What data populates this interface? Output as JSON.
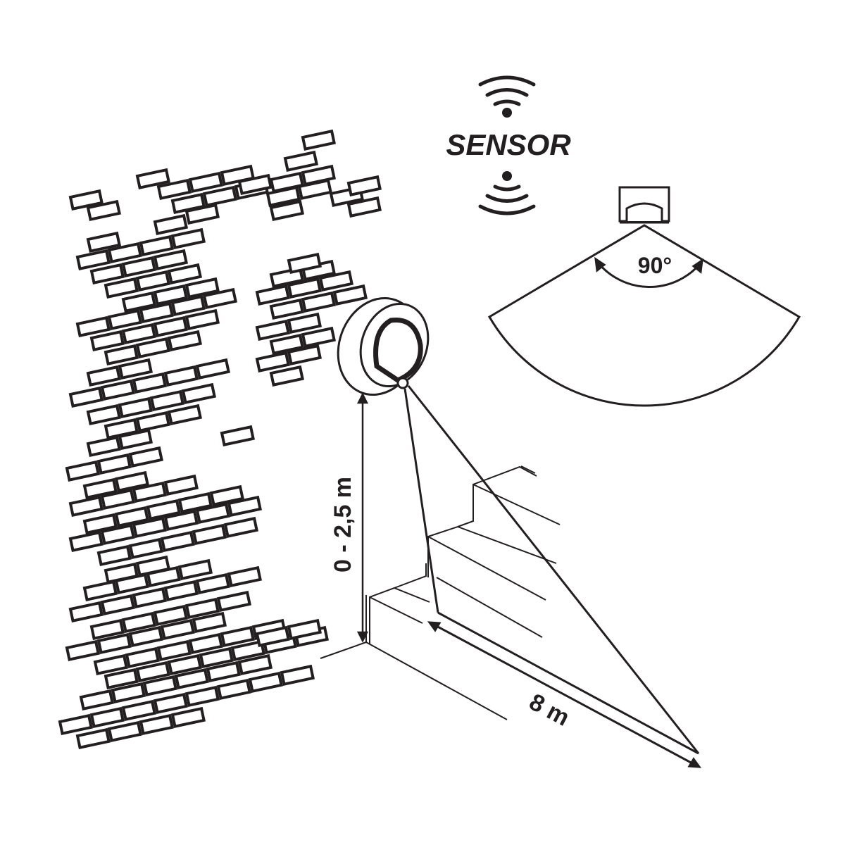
{
  "labels": {
    "sensor": "SENSOR",
    "angle": "90°",
    "height": "0 - 2,5 m",
    "distance": "8 m"
  },
  "colors": {
    "ink": "#231f20",
    "background": "#ffffff"
  }
}
